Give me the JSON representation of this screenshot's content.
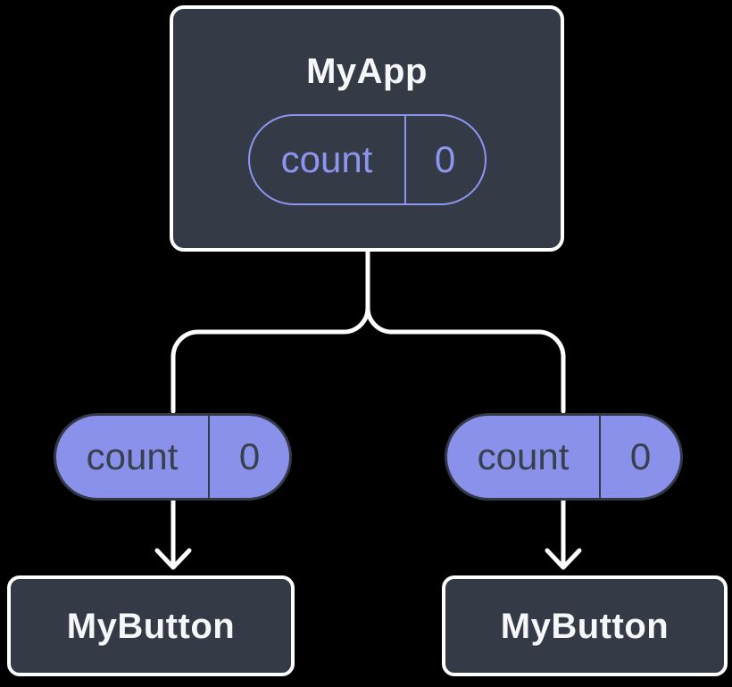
{
  "diagram": {
    "description": "React component tree diagram: parent component holding state passed down to two child components",
    "colors": {
      "background": "#000000",
      "box_fill": "#343a46",
      "box_border": "#ffffff",
      "pill_purple_fill": "#8a91ea",
      "pill_purple_border": "#333947",
      "pill_outline": "#8c96f0",
      "pill_dark_text": "#39404d",
      "connector": "#ffffff",
      "title_text": "#f6f7f9"
    },
    "root": {
      "title": "MyApp",
      "state": {
        "name": "count",
        "value": "0"
      }
    },
    "children": [
      {
        "pill": {
          "name": "count",
          "value": "0"
        },
        "title": "MyButton"
      },
      {
        "pill": {
          "name": "count",
          "value": "0"
        },
        "title": "MyButton"
      }
    ]
  }
}
